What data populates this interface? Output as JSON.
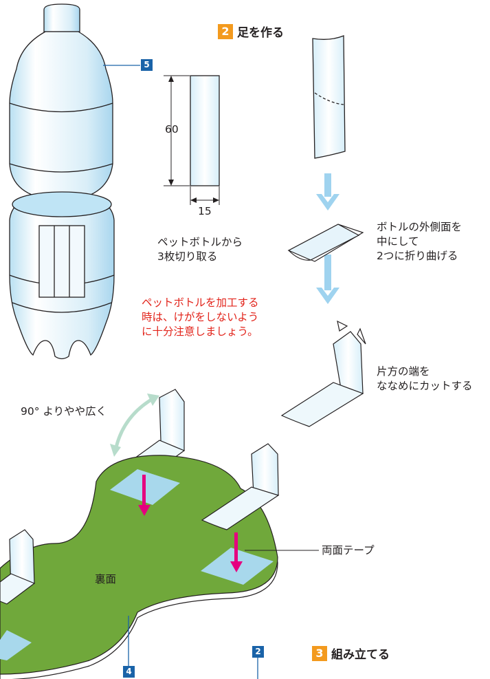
{
  "headings": {
    "step2": {
      "number": "2",
      "title": "足を作る"
    },
    "step3": {
      "number": "3",
      "title": "組み立てる"
    }
  },
  "part_badges": {
    "bottle": "5",
    "green_base": "4",
    "right_edge": "2"
  },
  "dimensions": {
    "height": "60",
    "width": "15"
  },
  "captions": {
    "cut_strips": "ペットボトルから\n3枚切り取る",
    "fold": "ボトルの外側面を\n中にして\n2つに折り曲げる",
    "cut_end": "片方の端を\nななめにカットする",
    "angle": "90° よりやや広く",
    "tape": "両面テープ",
    "back_side": "裏面"
  },
  "warning": "ペットボトルを加工する\n時は、けがをしないよう\nに十分注意しましょう。",
  "colors": {
    "bottle": "#d3ebf7",
    "badge_blue": "#1a63a8",
    "badge_orange": "#f39a1e",
    "down_arrow": "#9fd3ef",
    "magenta_arrow": "#e5007f",
    "green_base": "#70a83b",
    "tape": "#a8d8ec",
    "angle_arrow": "#b7dccb",
    "warning_text": "#e2231a"
  },
  "icons": [
    "plastic-bottle-illustration",
    "down-arrow-icon",
    "magenta-arrow-icon",
    "curved-double-arrow-icon",
    "cut-wedge-icon"
  ]
}
